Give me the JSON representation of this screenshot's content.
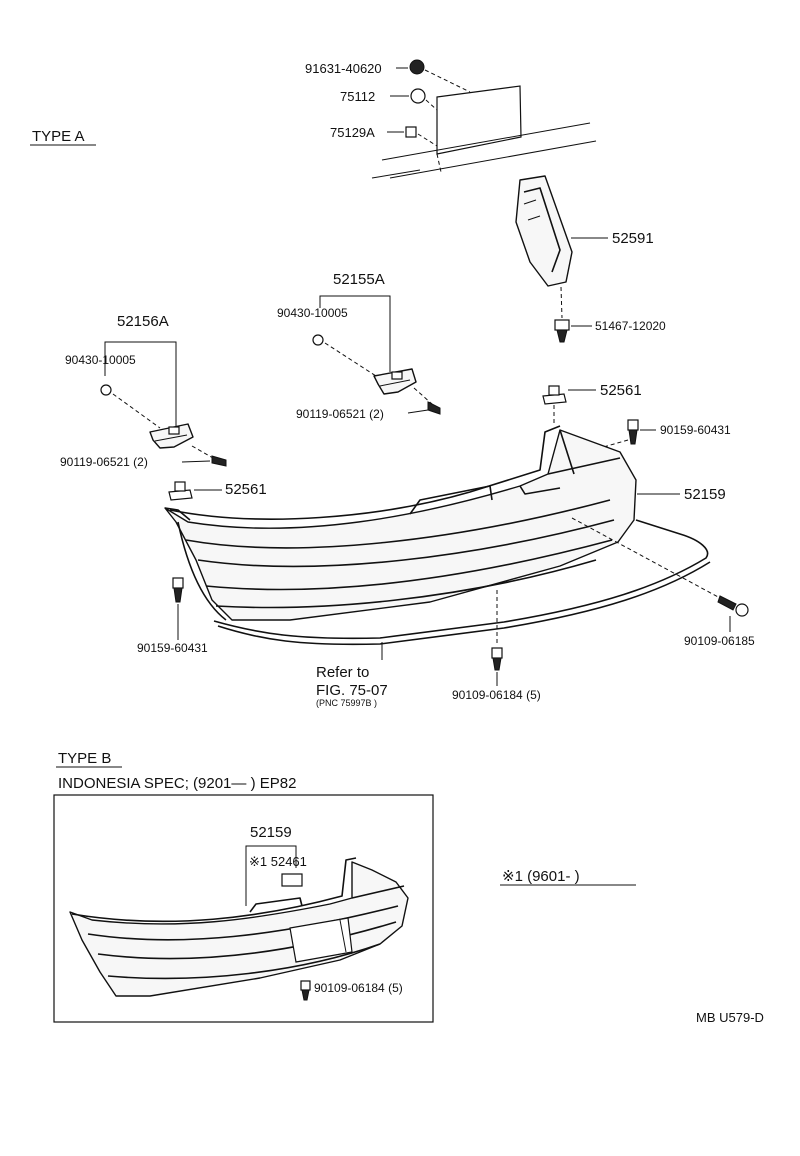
{
  "type_a": {
    "heading": "TYPE A",
    "labels": {
      "p91631": "91631-40620",
      "p75112": "75112",
      "p75129a": "75129A",
      "p52591": "52591",
      "p51467": "51467-12020",
      "p52155a": "52155A",
      "p90430_r": "90430-10005",
      "p90119_r": "90119-06521 (2)",
      "p52156a": "52156A",
      "p90430_l": "90430-10005",
      "p90119_l": "90119-06521 (2)",
      "p52561_r": "52561",
      "p90159_r": "90159-60431",
      "p52159": "52159",
      "p52561_l": "52561",
      "p90159_l": "90159-60431",
      "p90109_185": "90109-06185",
      "p90109_184": "90109-06184 (5)"
    },
    "refer": {
      "line1": "Refer to",
      "line2": "FIG. 75-07",
      "line3": "(PNC 75997B )"
    }
  },
  "type_b": {
    "heading": "TYPE B",
    "spec": "INDONESIA  SPEC; (9201—        ) EP82",
    "labels": {
      "p52159": "52159",
      "p52461": "※1 52461",
      "p90109": "90109-06184 (5)"
    }
  },
  "note": "※1  (9601-        )",
  "code": "MB U579-D"
}
